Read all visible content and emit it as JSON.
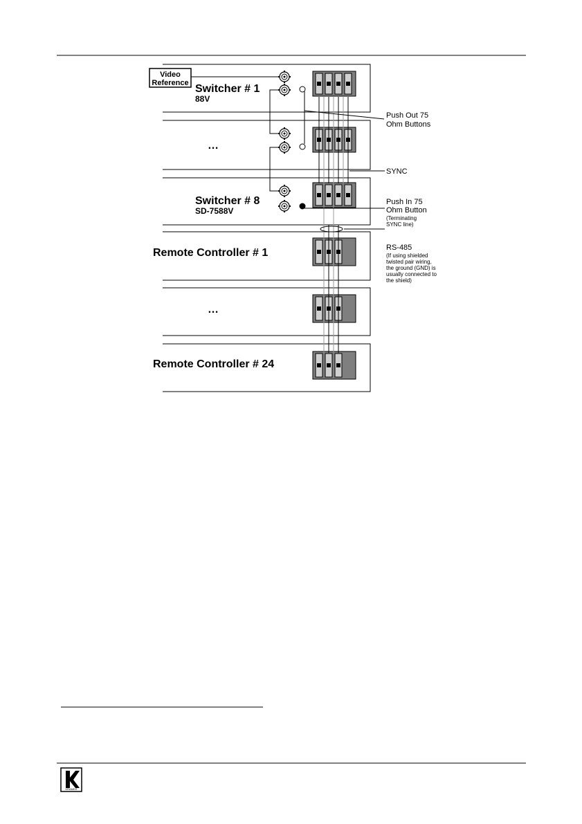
{
  "diagram": {
    "video_reference": [
      "Video",
      "Reference"
    ],
    "units": [
      {
        "title": "Switcher # 1",
        "model": "88V"
      },
      {
        "title": "…",
        "model": ""
      },
      {
        "title": "Switcher # 8",
        "model": "SD-7588V"
      },
      {
        "title": "Remote Controller # 1",
        "model": ""
      },
      {
        "title": "…",
        "model": ""
      },
      {
        "title": "Remote Controller # 24",
        "model": ""
      }
    ],
    "callouts": {
      "push_out": [
        "Push Out 75",
        "Ohm Buttons"
      ],
      "sync": "SYNC",
      "push_in": [
        "Push In 75",
        "Ohm Button"
      ],
      "push_in_note": [
        "(Terminating",
        "SYNC line)"
      ],
      "rs485": "RS-485",
      "rs485_note": [
        "(If using shielded",
        "twisted pair wiring,",
        "the ground (GND) is",
        "usually connected to",
        "the shield)"
      ]
    }
  },
  "footer": {
    "logo_text": "KRAMER"
  },
  "colors": {
    "terminal_block": "#7f7f7f",
    "terminal_slot": "#d0d0d0",
    "line": "#000000",
    "background": "#ffffff"
  },
  "icons": [
    "bnc-connector-icon",
    "kramer-logo-icon",
    "termination-button-icon"
  ]
}
